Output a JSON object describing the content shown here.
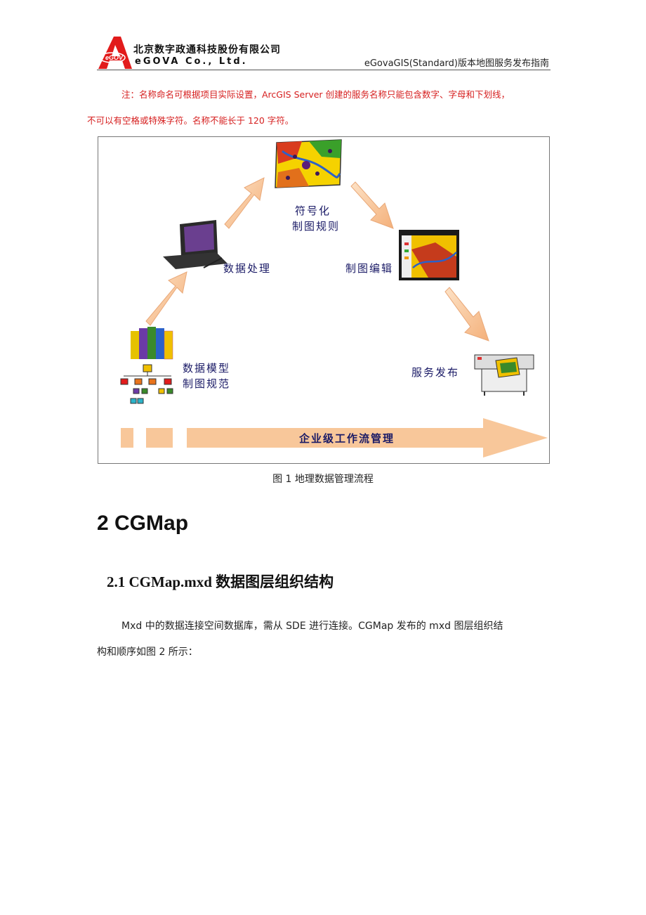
{
  "header": {
    "company_cn": "北京数字政通科技股份有限公司",
    "company_en": "eGOVA Co., Ltd.",
    "logo_text": "eGOV",
    "doc_title": "eGovaGIS(Standard)版本地图服务发布指南"
  },
  "note": {
    "line1": "注：名称命名可根据项目实际设置，ArcGIS Server 创建的服务名称只能包含数字、字母和下划线，",
    "line2": "不可以有空格或特殊字符。名称不能长于 120 字符。"
  },
  "figure": {
    "label_symbolize_1": "符号化",
    "label_symbolize_2": "制图规则",
    "label_data_processing": "数据处理",
    "label_map_editing": "制图编辑",
    "label_model_1": "数据模型",
    "label_model_2": "制图规范",
    "label_service": "服务发布",
    "label_workflow": "企业级工作流管理",
    "caption": "图 1 地理数据管理流程"
  },
  "section": {
    "h1": "2 CGMap",
    "h2": "2.1 CGMap.mxd 数据图层组织结构",
    "para_line1": "Mxd 中的数据连接空间数据库，需从 SDE 进行连接。CGMap 发布的 mxd 图层组织结",
    "para_line2": "构和顺序如图 2 所示："
  },
  "colors": {
    "note_red": "#d62020",
    "arrow_fill": "#f8c79a",
    "logo_red": "#e21b1b"
  }
}
